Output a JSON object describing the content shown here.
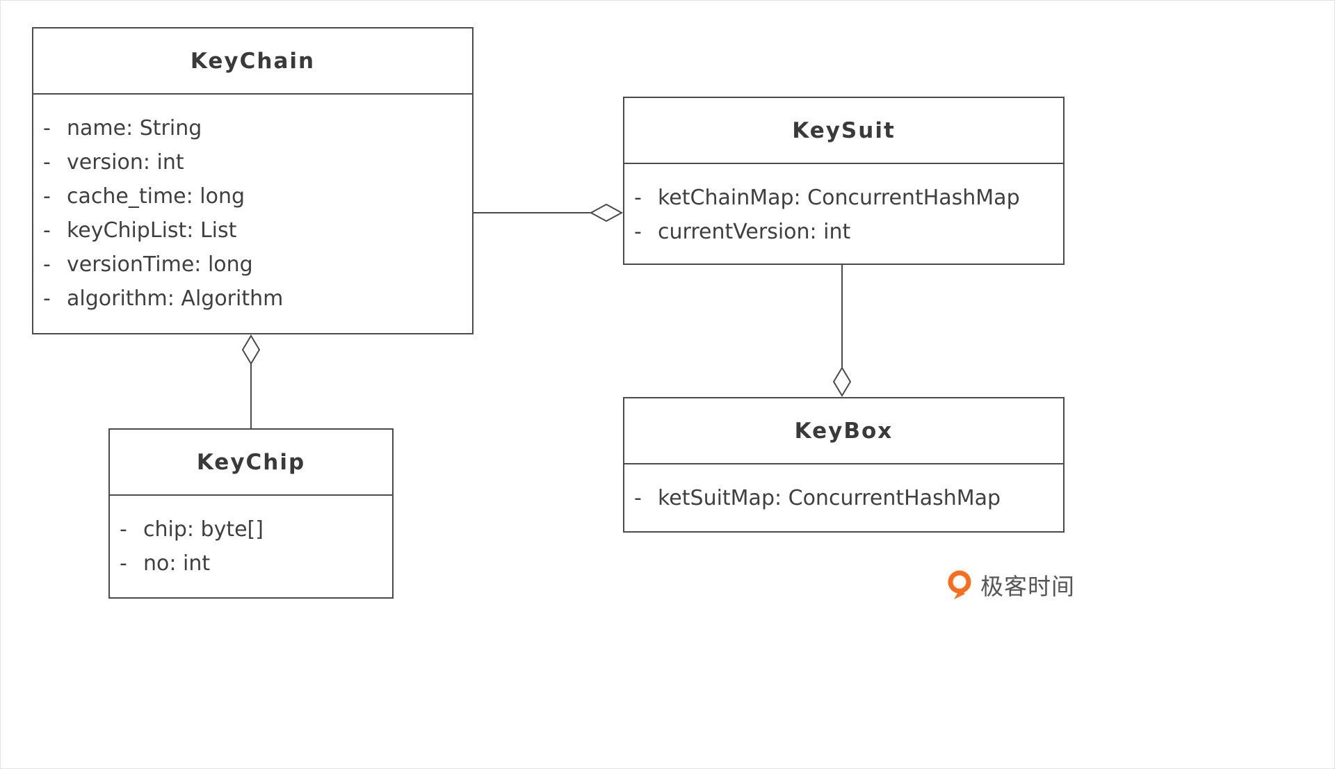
{
  "diagram": {
    "classes": [
      {
        "name": "KeyChain",
        "attributes": [
          {
            "vis": "-",
            "text": "name: String"
          },
          {
            "vis": "-",
            "text": "version: int"
          },
          {
            "vis": "-",
            "text": "cache_time: long"
          },
          {
            "vis": "-",
            "text": "keyChipList: List"
          },
          {
            "vis": "-",
            "text": "versionTime: long"
          },
          {
            "vis": "-",
            "text": "algorithm: Algorithm"
          }
        ]
      },
      {
        "name": "KeySuit",
        "attributes": [
          {
            "vis": "-",
            "text": "ketChainMap: ConcurrentHashMap"
          },
          {
            "vis": "-",
            "text": "currentVersion: int"
          }
        ]
      },
      {
        "name": "KeyChip",
        "attributes": [
          {
            "vis": "-",
            "text": "chip: byte[]"
          },
          {
            "vis": "-",
            "text": "no: int"
          }
        ]
      },
      {
        "name": "KeyBox",
        "attributes": [
          {
            "vis": "-",
            "text": "ketSuitMap: ConcurrentHashMap"
          }
        ]
      }
    ],
    "relations": [
      {
        "from": "KeyChain",
        "to": "KeySuit",
        "type": "aggregation",
        "diamond_at": "KeySuit"
      },
      {
        "from": "KeyChip",
        "to": "KeyChain",
        "type": "aggregation",
        "diamond_at": "KeyChain"
      },
      {
        "from": "KeySuit",
        "to": "KeyBox",
        "type": "aggregation",
        "diamond_at": "KeyBox"
      }
    ],
    "colors": {
      "line": "#4a4a4a",
      "text": "#3f3f3f",
      "background": "#ffffff",
      "logo_orange": "#f86e21"
    }
  },
  "watermark": {
    "text": "极客时间"
  }
}
